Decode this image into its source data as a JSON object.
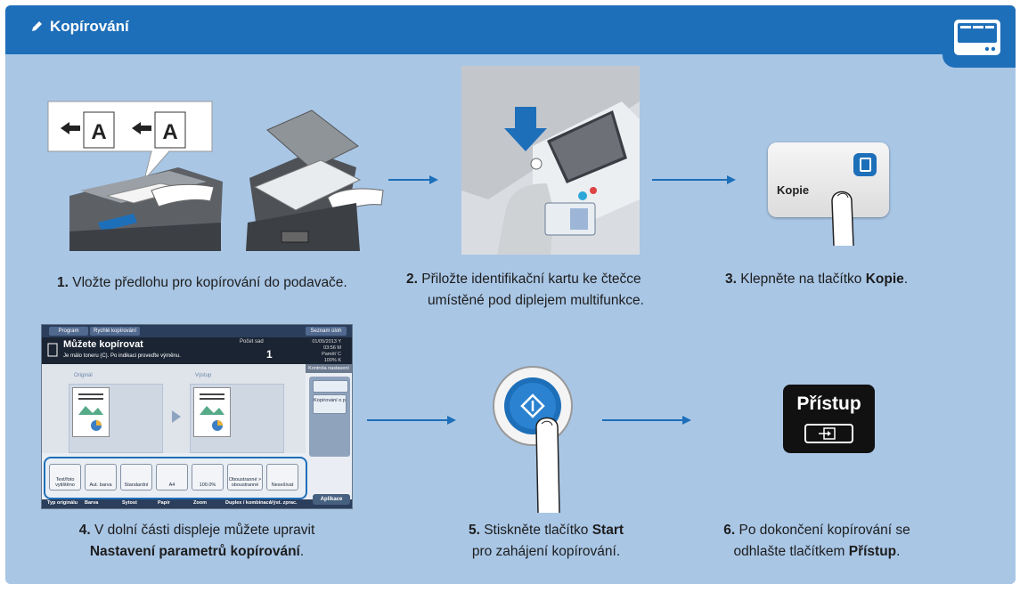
{
  "header": {
    "title": "Kopírování"
  },
  "steps": [
    {
      "num": "1.",
      "line1": "Vložte předlohu pro kopírování do podavače.",
      "line2": ""
    },
    {
      "num": "2.",
      "line1": "Přiložte identifikační kartu ke čtečce",
      "line2": "umístěné pod diplejem multifunkce."
    },
    {
      "num": "3.",
      "line1": "Klepněte na tlačítko ",
      "bold": "Kopie",
      "tail": "."
    },
    {
      "num": "4.",
      "line1": "V dolní části displeje můžete upravit",
      "bold": "Nastavení parametrů kopírování",
      "tail": "."
    },
    {
      "num": "5.",
      "line1": "Stiskněte tlačítko ",
      "bold": "Start",
      "line2": "pro zahájení kopírování."
    },
    {
      "num": "6.",
      "line1": "Po dokončení kopírování se",
      "line2": "odhlašte tlačítkem ",
      "bold": "Přístup",
      "tail": "."
    }
  ],
  "illustrations": {
    "document_letter": "A",
    "kopie_button_label": "Kopie",
    "pristup_button_label": "Přístup"
  },
  "display": {
    "tabs": [
      "Program",
      "Rychlé kopírování",
      "Seznam úloh"
    ],
    "title": "Můžete kopírovat",
    "subtitle": "Je málo toneru (C). Po indikaci proveďte výměnu.",
    "count_label": "Počet sad",
    "count_value": "1",
    "status_lines": [
      "01/05/2013  Y",
      "03:56  M",
      "Paměť  C",
      "100%  K"
    ],
    "check_settings": "Kontrola nastavení",
    "original_label": "Originál",
    "output_label": "Výstup",
    "side_button": "Kopírování o p",
    "keys": [
      {
        "icon": "",
        "label": "Text/foto vytištěno"
      },
      {
        "icon": "",
        "label": "Aut. barva"
      },
      {
        "icon": "",
        "label": "Standardní"
      },
      {
        "icon": "A4",
        "label": ""
      },
      {
        "icon": "",
        "label": "100.0%"
      },
      {
        "icon": "",
        "label": "Oboustranné > oboustranné"
      },
      {
        "icon": "",
        "label": "Nesešívat"
      }
    ],
    "footer": [
      "Typ originálu",
      "Barva",
      "Sytost",
      "Papír",
      "Zoom",
      "Duplex / kombinace",
      "Výst. zprac."
    ],
    "apply": "Aplikace"
  },
  "colors": {
    "header": "#1e6fb9",
    "panel": "#a9c6e5",
    "arrow": "#1e6fb9"
  }
}
